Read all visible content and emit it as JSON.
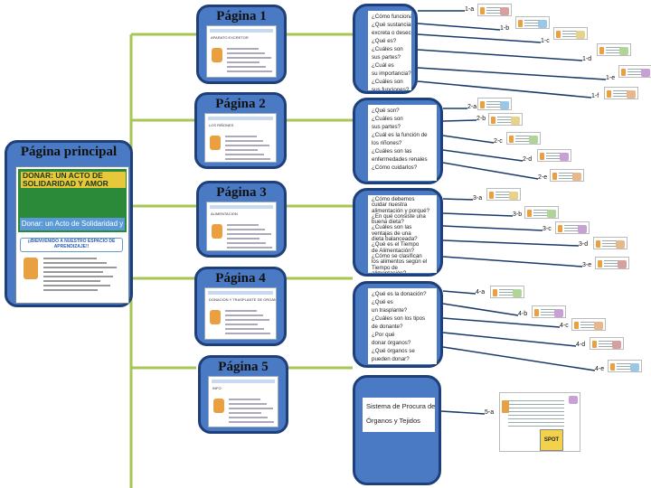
{
  "main": {
    "title": "Página principal",
    "banner_title": "DONAR: UN ACTO DE SOLIDARIDAD Y AMOR",
    "banner_subtitle": "Donar: un Acto de Solidaridad y Amor",
    "welcome": "¡¡BIENVENIDO A NUESTRO ESPACIO DE APRENDIZAJE!!"
  },
  "pages": [
    {
      "title": "Página 1",
      "thumb_caption": "APARATO EXCRETOR"
    },
    {
      "title": "Página 2",
      "thumb_caption": "LOS RIÑONES"
    },
    {
      "title": "Página 3",
      "thumb_caption": "ALIMENTACION"
    },
    {
      "title": "Página 4",
      "thumb_caption": "DONACION Y TRASPLANTE DE ORGANOS Y TEJIDOS"
    },
    {
      "title": "Página 5",
      "thumb_caption": "INFO"
    }
  ],
  "questions": [
    [
      "¿Cómo funciona?",
      "¿Qué sustancias",
      "excreta o desecha?",
      "¿Qué es?",
      "¿Cuáles son",
      "sus partes?",
      "¿Cuál es",
      "su importancia?",
      "¿Cuáles son",
      "sus funciones?"
    ],
    [
      "¿Qué son?",
      "¿Cuáles son",
      "sus partes?",
      "¿Cuál es la función de",
      "los riñones?",
      "¿Cuáles son las",
      "enfermedades renales",
      "¿Cómo cuidarlos?"
    ],
    [
      "¿Cómo debemos",
      "cuidar nuestra",
      "alimentación y porqué?",
      "¿En qué consiste una",
      "buena dieta?",
      "¿Cuáles son las",
      "ventajas de una",
      "dieta balanceada?",
      "¿Qué es el Tiempo",
      "de Alimentación?",
      "¿Cómo se clasifican",
      "los alimentos según el",
      "Tiempo de",
      "alimentación?"
    ],
    [
      "¿Qué es la donación?",
      "¿Qué es",
      "un trasplante?",
      "¿Cuáles son los tipos",
      "de donante?",
      "¿Por qué",
      "donar órganos?",
      "¿Qué órganos se",
      "pueden donar?"
    ],
    [
      "Sistema de Procura de",
      "Órganos y Tejidos"
    ]
  ],
  "labels": [
    [
      "1-a",
      "1-b",
      "1-c",
      "1-d",
      "1-e",
      "1-f"
    ],
    [
      "2-a",
      "2-b",
      "2-c",
      "2-d",
      "2-e"
    ],
    [
      "3-a",
      "3-b",
      "3-c",
      "3-d",
      "3-e"
    ],
    [
      "4-a",
      "4-b",
      "4-c",
      "4-d",
      "4-e"
    ],
    [
      "5-a"
    ]
  ],
  "spot_logo": "SPOT"
}
